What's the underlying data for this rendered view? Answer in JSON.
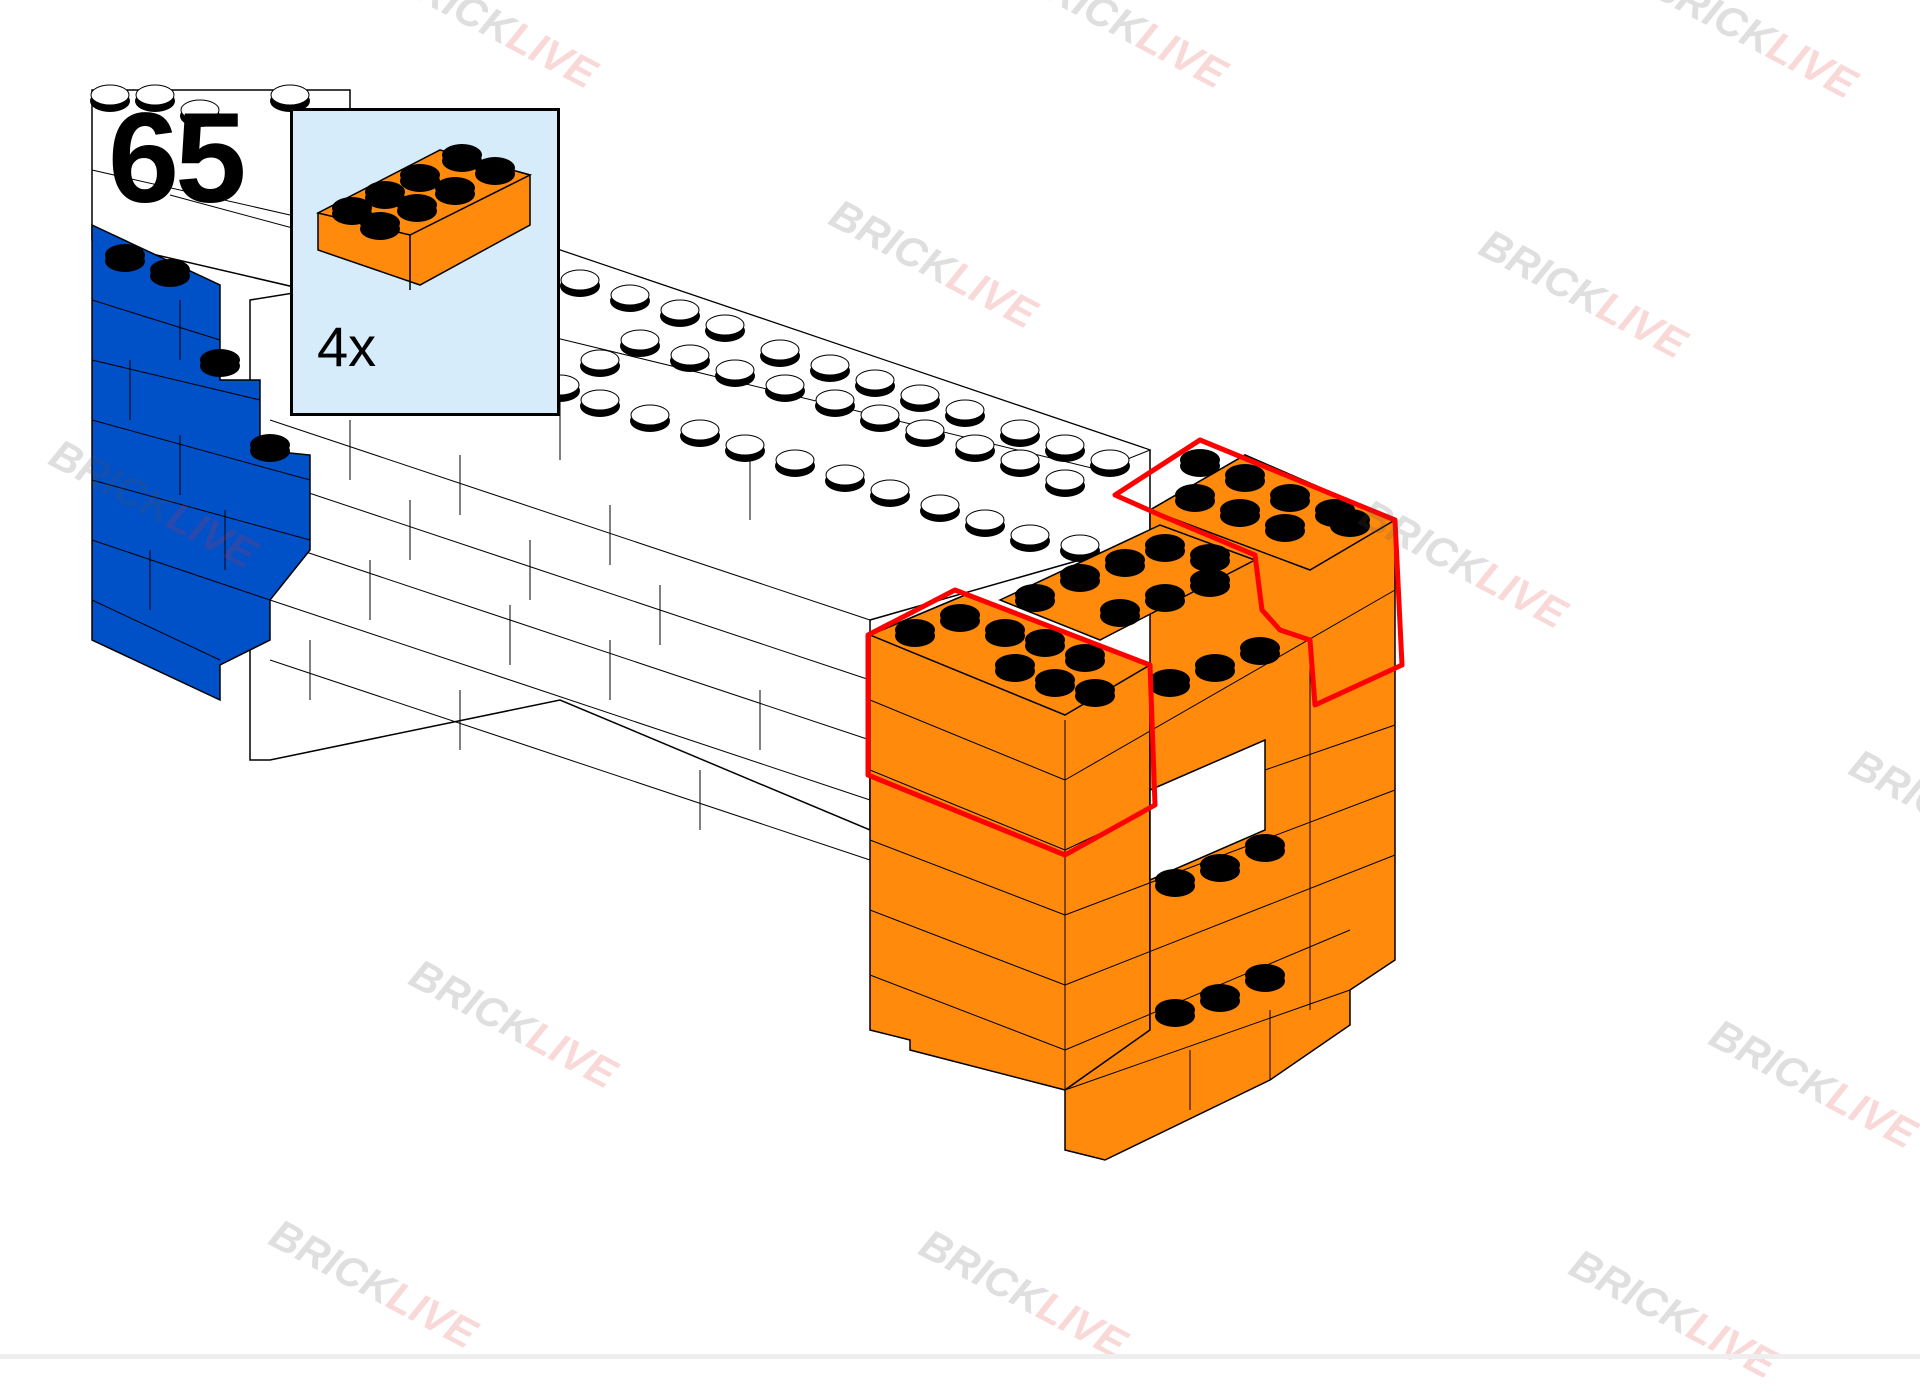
{
  "step": {
    "number": "65"
  },
  "parts": {
    "quantity_label": "4x",
    "brick": "2x4 brick",
    "brick_color": "#ff8a0c"
  },
  "colors": {
    "orange": "#ff8a0c",
    "white": "#ffffff",
    "blue": "#0050c8",
    "highlight": "#ff0000",
    "panel": "#d6ecfa"
  },
  "watermark": {
    "part1": "BRICK",
    "part2": "LIVE"
  }
}
